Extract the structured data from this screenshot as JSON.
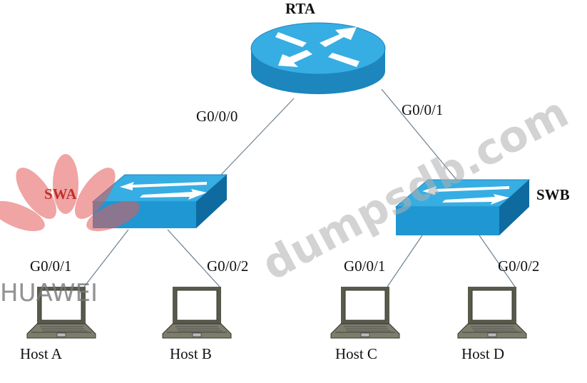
{
  "router": {
    "name": "RTA",
    "ports": {
      "left": "G0/0/0",
      "right": "G0/0/1"
    }
  },
  "switches": [
    {
      "name": "SWA",
      "ports": [
        "G0/0/1",
        "G0/0/2"
      ]
    },
    {
      "name": "SWB",
      "ports": [
        "G0/0/1",
        "G0/0/2"
      ]
    }
  ],
  "hosts": [
    "Host A",
    "Host B",
    "Host C",
    "Host D"
  ],
  "watermarks": {
    "brand": "HUAWEI",
    "site": "dumpsdb.com"
  },
  "colors": {
    "device_top": "#2fa7de",
    "device_front": "#1e8fc9",
    "device_side": "#0f6aa0",
    "label_swa": "#c0302a"
  }
}
